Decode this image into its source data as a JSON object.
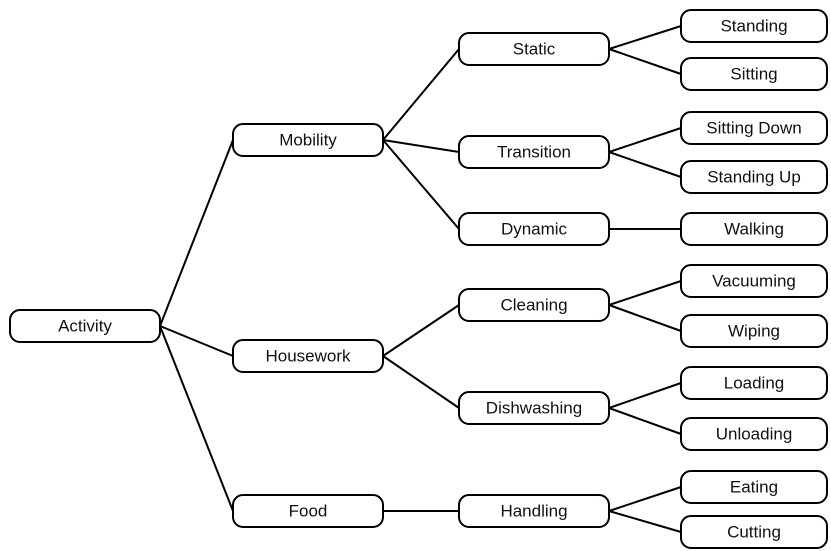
{
  "diagram": {
    "title": "",
    "nodes": [
      {
        "id": "activity",
        "label": "Activity"
      },
      {
        "id": "mobility",
        "label": "Mobility"
      },
      {
        "id": "housework",
        "label": "Housework"
      },
      {
        "id": "food",
        "label": "Food"
      },
      {
        "id": "static",
        "label": "Static"
      },
      {
        "id": "transition",
        "label": "Transition"
      },
      {
        "id": "dynamic",
        "label": "Dynamic"
      },
      {
        "id": "cleaning",
        "label": "Cleaning"
      },
      {
        "id": "dishwashing",
        "label": "Dishwashing"
      },
      {
        "id": "handling",
        "label": "Handling"
      },
      {
        "id": "standing",
        "label": "Standing"
      },
      {
        "id": "sitting",
        "label": "Sitting"
      },
      {
        "id": "sitting_down",
        "label": "Sitting Down"
      },
      {
        "id": "standing_up",
        "label": "Standing Up"
      },
      {
        "id": "walking",
        "label": "Walking"
      },
      {
        "id": "vacuuming",
        "label": "Vacuuming"
      },
      {
        "id": "wiping",
        "label": "Wiping"
      },
      {
        "id": "loading",
        "label": "Loading"
      },
      {
        "id": "unloading",
        "label": "Unloading"
      },
      {
        "id": "eating",
        "label": "Eating"
      },
      {
        "id": "cutting",
        "label": "Cutting"
      }
    ],
    "edges": [
      [
        "activity",
        "mobility"
      ],
      [
        "activity",
        "housework"
      ],
      [
        "activity",
        "food"
      ],
      [
        "mobility",
        "static"
      ],
      [
        "mobility",
        "transition"
      ],
      [
        "mobility",
        "dynamic"
      ],
      [
        "housework",
        "cleaning"
      ],
      [
        "housework",
        "dishwashing"
      ],
      [
        "food",
        "handling"
      ],
      [
        "static",
        "standing"
      ],
      [
        "static",
        "sitting"
      ],
      [
        "transition",
        "sitting_down"
      ],
      [
        "transition",
        "standing_up"
      ],
      [
        "dynamic",
        "walking"
      ],
      [
        "cleaning",
        "vacuuming"
      ],
      [
        "cleaning",
        "wiping"
      ],
      [
        "dishwashing",
        "loading"
      ],
      [
        "dishwashing",
        "unloading"
      ],
      [
        "handling",
        "eating"
      ],
      [
        "handling",
        "cutting"
      ]
    ]
  }
}
